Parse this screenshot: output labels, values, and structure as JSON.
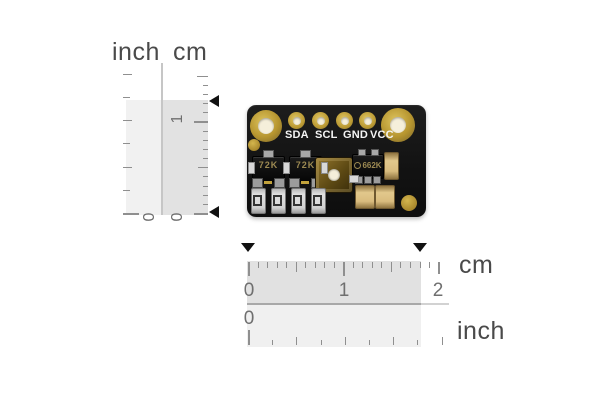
{
  "colors": {
    "background": "#ffffff",
    "ruler_shade_cm": "#e1e1e1",
    "ruler_shade_inch": "#f0f0f0",
    "tick": "#8f8f8f",
    "ruler_label_text": "#4a4a4a",
    "ruler_number_text": "#6f6f6f",
    "marker": "#111111",
    "board_black": "#161616",
    "pad_gold": "#bb9a33",
    "silkscreen_white": "#f4f4f4",
    "chip_label_gold": "#9d8a52",
    "capacitor_tan": "#d9bc7e",
    "sensor_bronze": "#5e4a14"
  },
  "vertical_ruler": {
    "inch_label": "inch",
    "cm_label": "cm",
    "cm_numbers": [
      {
        "text": "1"
      },
      {
        "text": "0"
      }
    ],
    "inch_numbers": [
      {
        "text": "0"
      }
    ]
  },
  "horizontal_ruler": {
    "cm_label": "cm",
    "inch_label": "inch",
    "cm_numbers": [
      {
        "text": "0"
      },
      {
        "text": "1"
      },
      {
        "text": "2"
      }
    ],
    "inch_numbers": [
      {
        "text": "0"
      }
    ]
  },
  "board": {
    "pin_labels": [
      "SDA",
      "SCL",
      "GND",
      "VCC"
    ],
    "transistors": [
      {
        "label": "72K"
      },
      {
        "label": "72K"
      }
    ],
    "regulator": {
      "label": "662K"
    }
  },
  "ticks": [
    {
      "id": "vcm",
      "orient": "h",
      "anchor": "right",
      "edge": 208,
      "origin": 213.5,
      "step": 9.15,
      "lens": [
        14,
        5,
        5,
        5,
        5,
        10,
        5,
        5,
        5,
        5,
        14,
        5,
        5,
        5,
        5,
        11
      ]
    },
    {
      "id": "vin",
      "orient": "h",
      "anchor": "left",
      "edge": 123,
      "origin": 213.5,
      "step": 23.2,
      "lens": [
        16,
        7,
        9,
        7,
        9,
        7,
        9
      ]
    },
    {
      "id": "hcm",
      "orient": "v",
      "anchor": "top",
      "edge": 262,
      "origin": 248.5,
      "step": 9.53,
      "lens": [
        14,
        6,
        6,
        6,
        6,
        10,
        6,
        6,
        6,
        6,
        14,
        6,
        6,
        6,
        6,
        10,
        6,
        6,
        6,
        6,
        12
      ]
    },
    {
      "id": "hin",
      "orient": "v",
      "anchor": "bottom",
      "edge": 345,
      "origin": 248.5,
      "step": 24.2,
      "lens": [
        15,
        5,
        8,
        5,
        8,
        5,
        8,
        5,
        8
      ]
    }
  ]
}
